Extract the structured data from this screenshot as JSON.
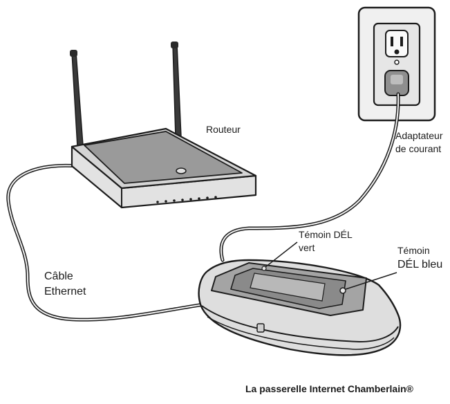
{
  "labels": {
    "router": "Routeur",
    "power_adapter_line1": "Adaptateur",
    "power_adapter_line2": "de courant",
    "green_led_line1": "Témoin DÉL",
    "green_led_line2": "vert",
    "blue_led_line1": "Témoin",
    "blue_led_line2": "DÉL bleu",
    "ethernet_line1": "Câble",
    "ethernet_line2": "Ethernet",
    "caption": "La passerelle Internet Chamberlain®"
  },
  "colors": {
    "stroke": "#1c1c1c",
    "router_top": "#9a9a9a",
    "router_body": "#e2e2e2",
    "outlet_plate": "#ececec",
    "gateway_top": "#a4a4a4",
    "gateway_body": "#dcdcdc"
  }
}
